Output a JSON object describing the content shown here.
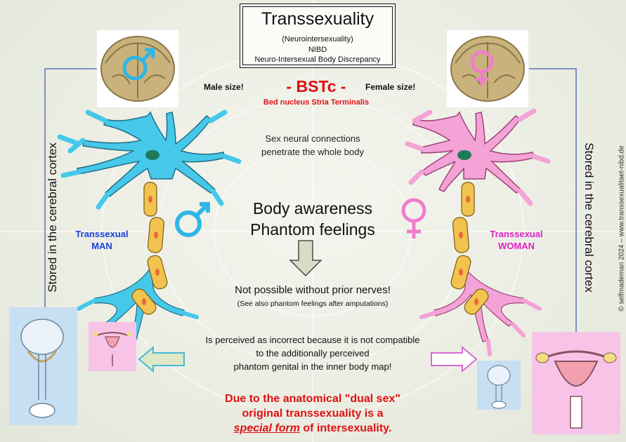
{
  "title": {
    "main": "Transsexuality",
    "line1": "(Neurointersexuality)",
    "line2": "NIBD",
    "line3": "Neuro-Intersexual Body Discrepancy"
  },
  "male_size": "Male size!",
  "female_size": "Female size!",
  "bstc": "- BSTc -",
  "bstc_full": "Bed nucleus Stria Terminalis",
  "sex_neural": {
    "line1": "Sex neural connections",
    "line2": "penetrate the whole body"
  },
  "body_awareness": {
    "line1": "Body awareness",
    "line2": "Phantom feelings"
  },
  "not_possible": "Not possible without prior nerves!",
  "see_also": "(See also phantom feelings after amputations)",
  "perceived": {
    "line1": "Is perceived as incorrect because it is not compatible",
    "line2": "to the additionally perceived",
    "line3": "phantom genital in the inner body map!"
  },
  "conclusion": {
    "line1": "Due to the anatomical \"dual sex\"",
    "line2": "original transsexuality is a",
    "emphasis": "special form",
    "line3_rest": " of intersexuality."
  },
  "left_side": {
    "label_line1": "Transsexual",
    "label_line2": "MAN",
    "stored": "Stored in the cerebral cortex",
    "color": "#45c8ea"
  },
  "right_side": {
    "label_line1": "Transsexual",
    "label_line2": "WOMAN",
    "stored": "Stored in the cerebral cortex",
    "color": "#f3a3d6"
  },
  "credit": "© selfmademan 2024 – www.transsexualitaet-nibd.de",
  "colors": {
    "red": "#e01010",
    "blue_label": "#1a3fd6",
    "pink_label": "#e020c8",
    "male_symbol": "#2fb5e6",
    "female_symbol": "#ee7fcc",
    "axon_segment": "#f1c34f"
  }
}
